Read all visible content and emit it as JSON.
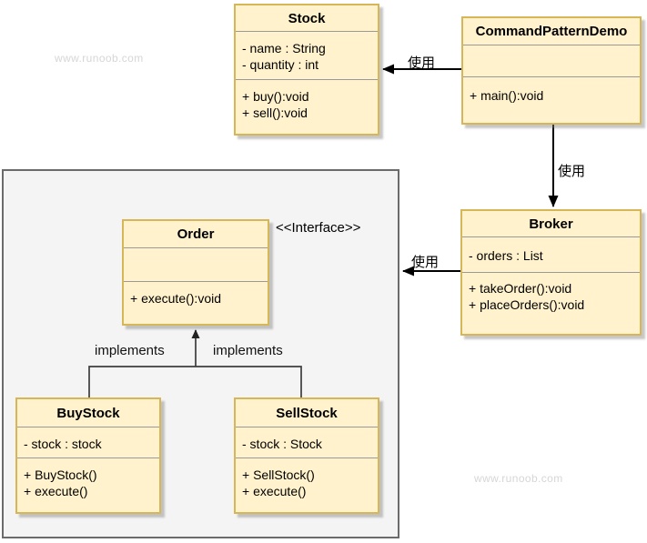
{
  "watermarks": {
    "top_left": "www.runoob.com",
    "bottom_right": "www.runoob.com"
  },
  "annotations": {
    "interface_stereotype": "<<Interface>>",
    "implements_left": "implements",
    "implements_right": "implements",
    "use_demo_to_stock": "使用",
    "use_demo_to_broker": "使用",
    "use_broker_to_order": "使用"
  },
  "classes": {
    "stock": {
      "title": "Stock",
      "attrs": [
        "- name : String",
        "- quantity : int"
      ],
      "methods": [
        "+ buy():void",
        "+ sell():void"
      ]
    },
    "command_pattern_demo": {
      "title": "CommandPatternDemo",
      "attrs": [],
      "methods": [
        "+ main():void"
      ]
    },
    "broker": {
      "title": "Broker",
      "attrs": [
        "- orders : List"
      ],
      "methods": [
        "+ takeOrder():void",
        "+ placeOrders():void"
      ]
    },
    "order": {
      "title": "Order",
      "attrs": [],
      "methods": [
        "+ execute():void"
      ]
    },
    "buy_stock": {
      "title": "BuyStock",
      "attrs": [
        "- stock : stock"
      ],
      "methods": [
        "+ BuyStock()",
        "+ execute()"
      ]
    },
    "sell_stock": {
      "title": "SellStock",
      "attrs": [
        "- stock : Stock"
      ],
      "methods": [
        "+ SellStock()",
        "+ execute()"
      ]
    }
  },
  "colors": {
    "class_fill": "#fff2cc",
    "class_border": "#d6b656",
    "separator": "#999999",
    "container_fill": "#f4f4f4",
    "container_border": "#6b6b6b",
    "arrow_line": "#000000",
    "implements_line": "#3d3d3d",
    "watermark": "#d6d6d6"
  }
}
